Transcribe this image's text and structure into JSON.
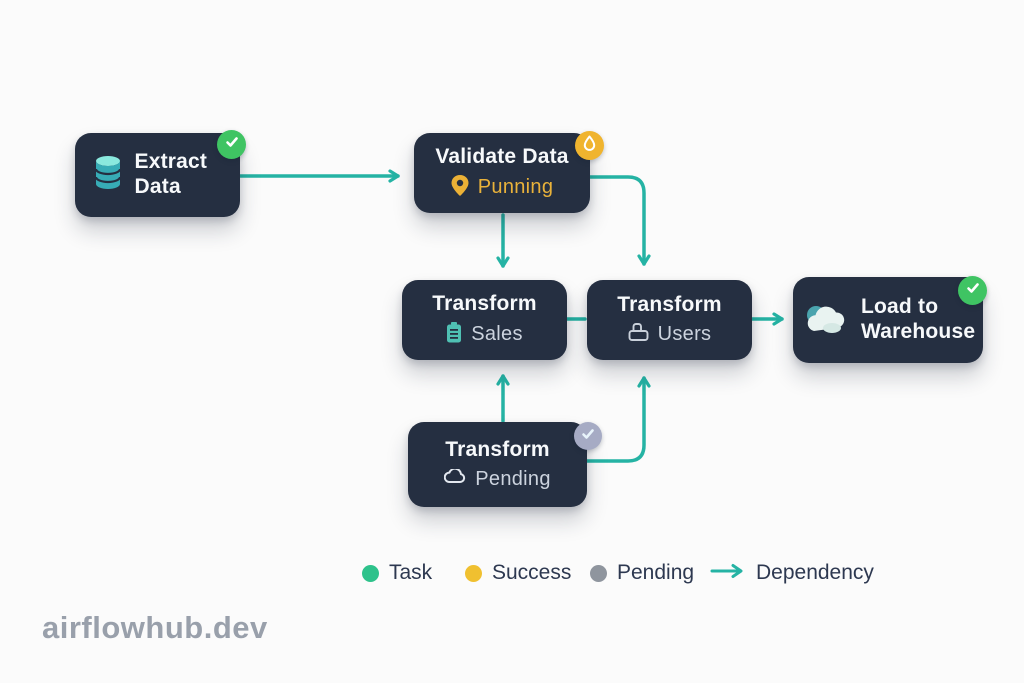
{
  "page": {
    "background": "#fbfbfb"
  },
  "colors": {
    "node_background": "#252f41",
    "dependency_teal": "#25b3a4",
    "success_green": "#3fc463",
    "running_amber": "#f0b42e",
    "pending_gray": "#a6abc4",
    "legend_task_dot": "#2ec28b",
    "legend_success_dot": "#f0c030",
    "legend_pending_dot": "#8f959e",
    "title_text": "#f7f9fb",
    "sub_text": "#ccd3de",
    "running_text": "#e9b23a"
  },
  "nodes": [
    {
      "id": "extract-data",
      "title": "Extract Data",
      "icon": "database-icon",
      "badge": {
        "status": "success",
        "icon": "check-icon"
      }
    },
    {
      "id": "validate-data",
      "title": "Validate Data",
      "status": {
        "icon": "pin-icon",
        "label": "Punning"
      },
      "badge": {
        "status": "running",
        "icon": "droplet-icon"
      }
    },
    {
      "id": "transform-sales",
      "title": "Transform",
      "status": {
        "icon": "receipt-icon",
        "label": "Sales"
      }
    },
    {
      "id": "transform-users",
      "title": "Transform",
      "status": {
        "icon": "printer-icon",
        "label": "Users"
      }
    },
    {
      "id": "load-to-warehouse",
      "title": "Load to Warehouse",
      "icon": "cloud-icon",
      "badge": {
        "status": "success",
        "icon": "check-icon"
      }
    },
    {
      "id": "transform-pending",
      "title": "Transform",
      "status": {
        "icon": "cloud-outline-icon",
        "label": "Pending"
      },
      "badge": {
        "status": "pending",
        "icon": "check-icon"
      }
    }
  ],
  "edges": [
    {
      "from": "extract-data",
      "to": "validate-data"
    },
    {
      "from": "validate-data",
      "to": "transform-sales"
    },
    {
      "from": "validate-data",
      "to": "transform-users"
    },
    {
      "from": "transform-sales",
      "to": "transform-users"
    },
    {
      "from": "transform-users",
      "to": "load-to-warehouse"
    },
    {
      "from": "transform-pending",
      "to": "transform-sales"
    },
    {
      "from": "transform-pending",
      "to": "transform-users"
    }
  ],
  "legend": {
    "items": [
      {
        "label": "Task",
        "swatch": "dot",
        "color": "#2ec28b"
      },
      {
        "label": "Success",
        "swatch": "dot",
        "color": "#f0c030"
      },
      {
        "label": "Pending",
        "swatch": "dot",
        "color": "#8f959e"
      },
      {
        "label": "Dependency",
        "swatch": "arrow",
        "color": "#25b3a4"
      }
    ]
  },
  "brand": {
    "label": "airflowhub.dev"
  }
}
